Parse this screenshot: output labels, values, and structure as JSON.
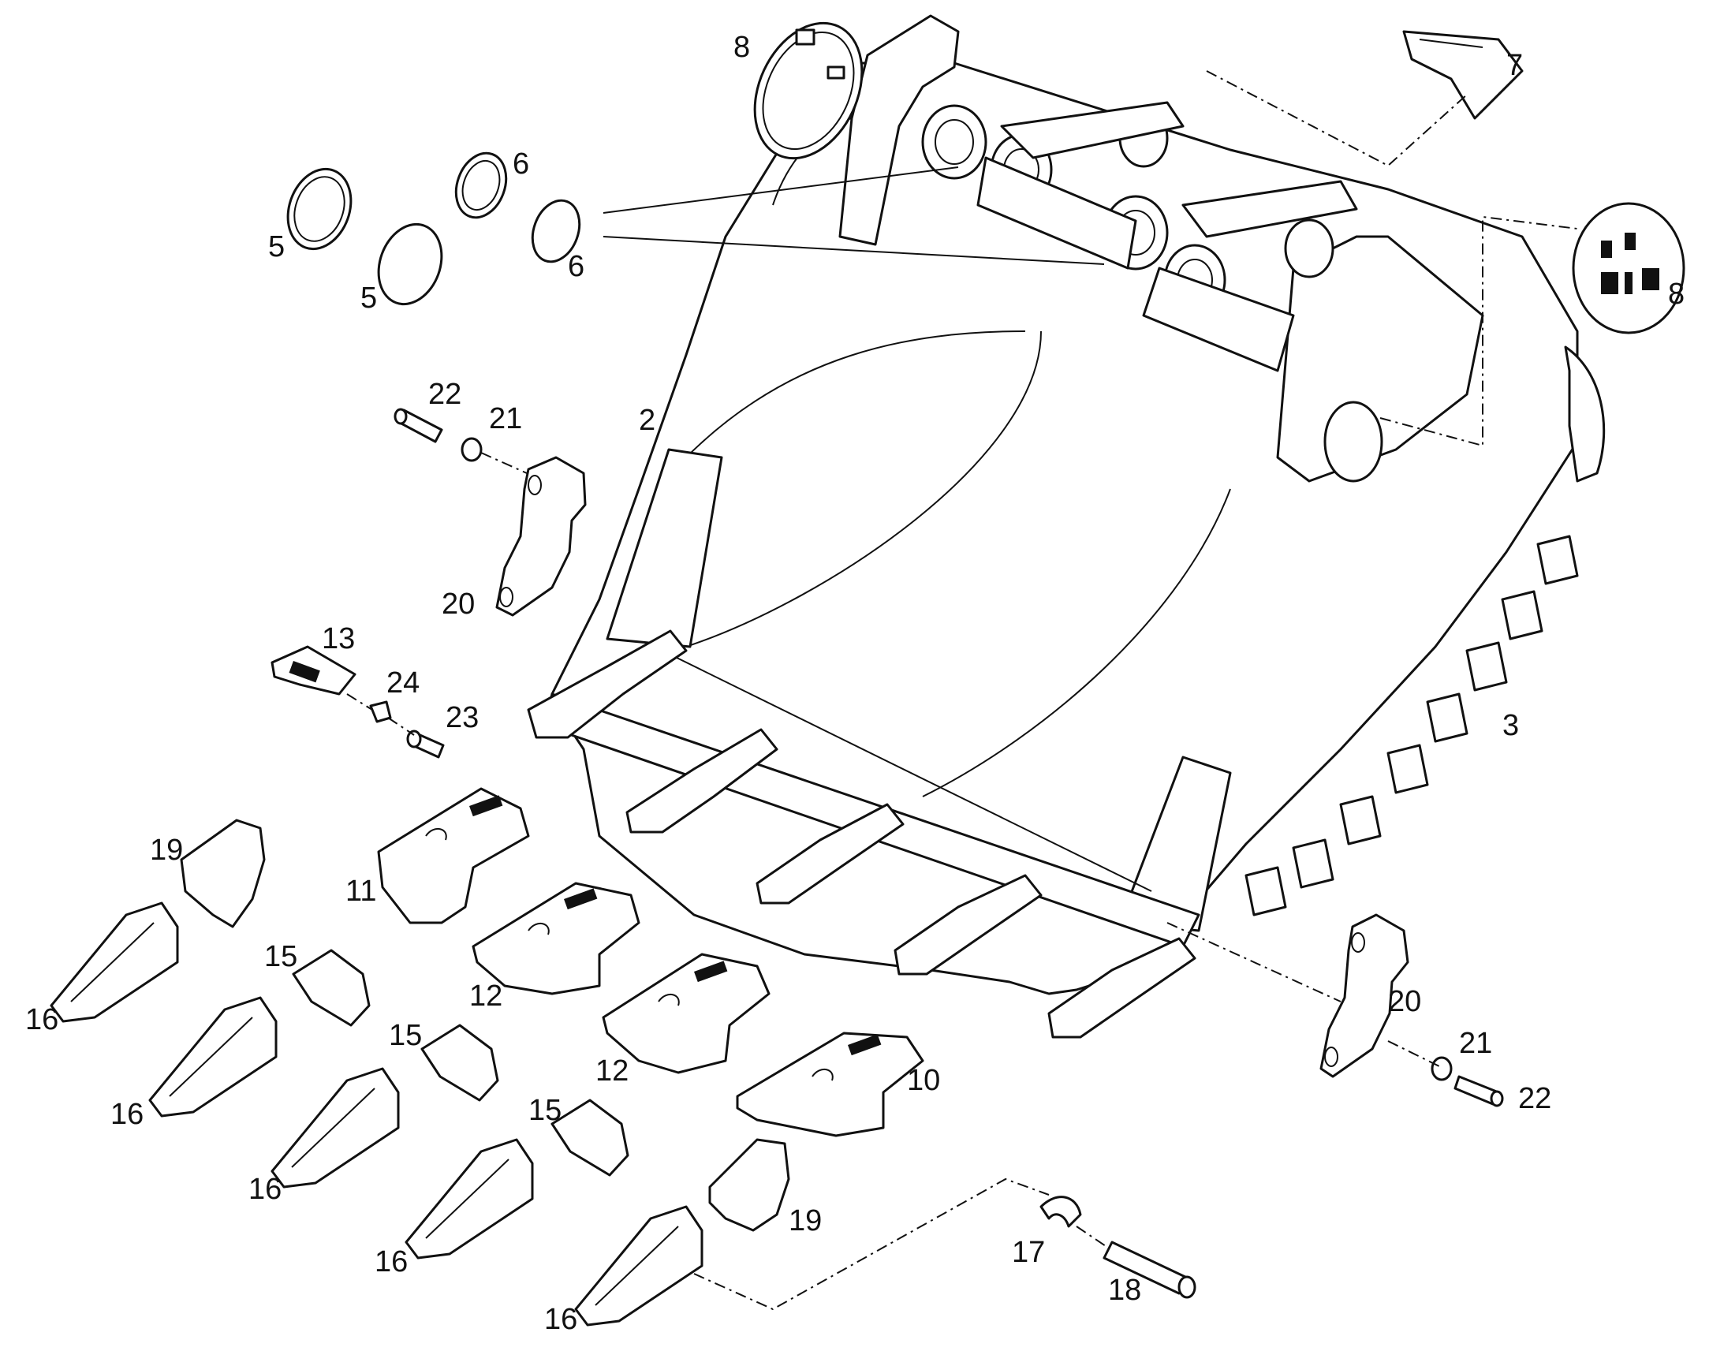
{
  "callouts": {
    "c2": "2",
    "c3": "3",
    "c5a": "5",
    "c5b": "5",
    "c6a": "6",
    "c6b": "6",
    "c7": "7",
    "c8a": "8",
    "c8b": "8",
    "c10": "10",
    "c11": "11",
    "c12a": "12",
    "c12b": "12",
    "c13": "13",
    "c15a": "15",
    "c15b": "15",
    "c15c": "15",
    "c16a": "16",
    "c16b": "16",
    "c16c": "16",
    "c16d": "16",
    "c16e": "16",
    "c17": "17",
    "c18": "18",
    "c19a": "19",
    "c19b": "19",
    "c20a": "20",
    "c20b": "20",
    "c21a": "21",
    "c21b": "21",
    "c22a": "22",
    "c22b": "22",
    "c23": "23",
    "c24": "24"
  }
}
